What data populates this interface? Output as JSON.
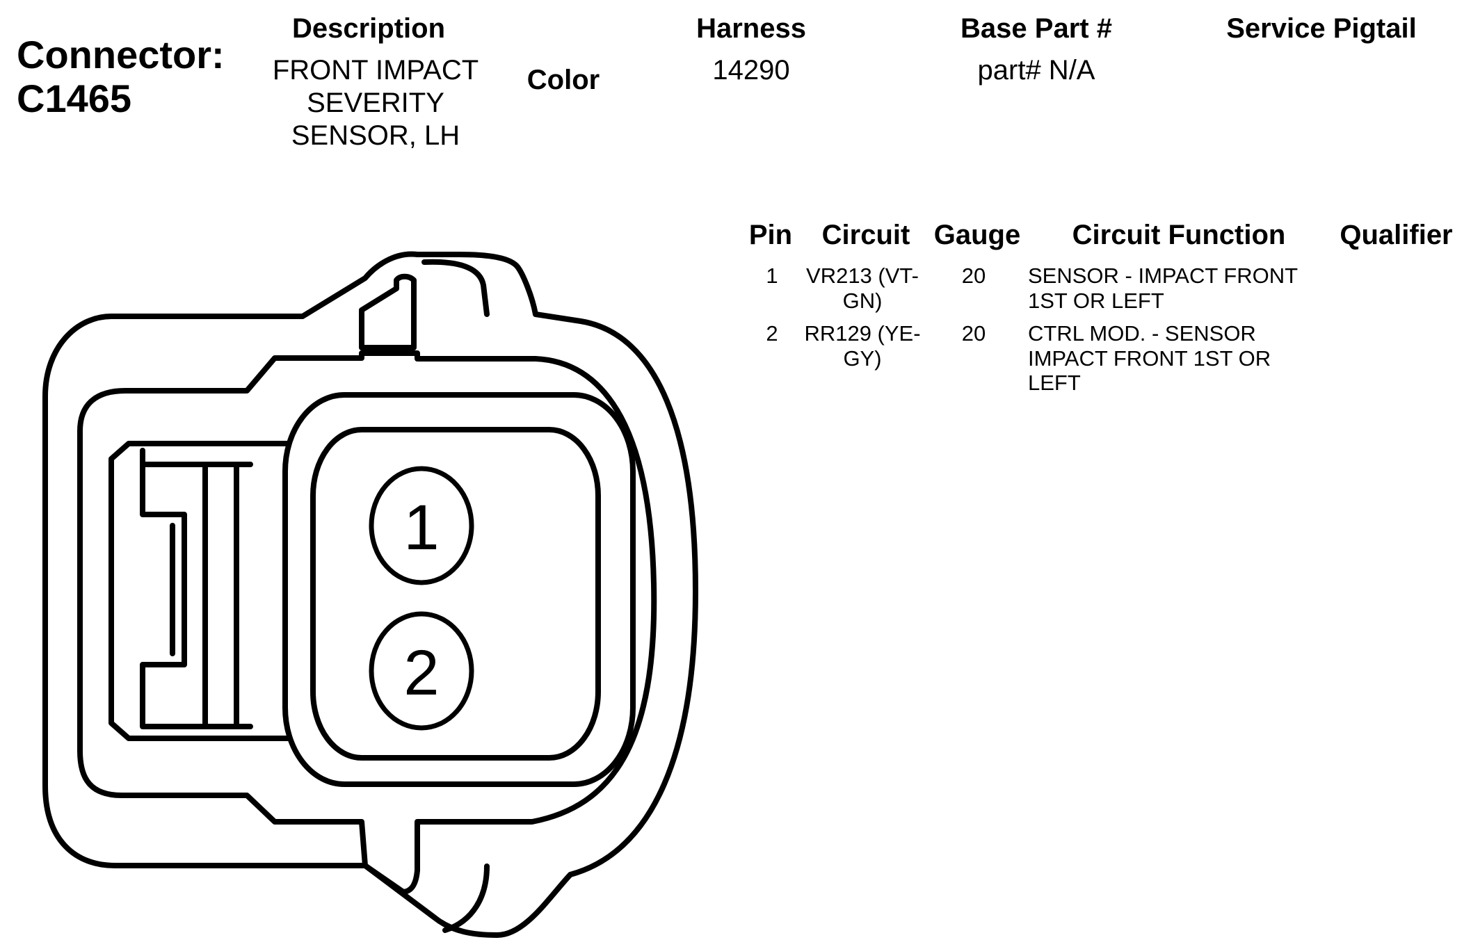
{
  "connector": {
    "label": "Connector:",
    "id": "C1465"
  },
  "header": {
    "description_label": "Description",
    "description_value": [
      "FRONT IMPACT",
      "SEVERITY",
      "SENSOR, LH"
    ],
    "color_label": "Color",
    "harness_label": "Harness",
    "harness_value": "14290",
    "base_part_label": "Base Part #",
    "base_part_value": "part# N/A",
    "service_pigtail_label": "Service Pigtail"
  },
  "pin_table": {
    "columns": [
      "Pin",
      "Circuit",
      "Gauge",
      "Circuit Function",
      "Qualifier"
    ],
    "rows": [
      {
        "pin": "1",
        "circuit": [
          "VR213 (VT-",
          "GN)"
        ],
        "gauge": "20",
        "function": [
          "SENSOR - IMPACT FRONT",
          "1ST OR LEFT"
        ],
        "qualifier": ""
      },
      {
        "pin": "2",
        "circuit": [
          "RR129 (YE-",
          "GY)"
        ],
        "gauge": "20",
        "function": [
          "CTRL MOD. - SENSOR",
          "IMPACT FRONT 1ST OR",
          "LEFT"
        ],
        "qualifier": ""
      }
    ]
  },
  "diagram": {
    "pin_labels": [
      "1",
      "2"
    ]
  }
}
